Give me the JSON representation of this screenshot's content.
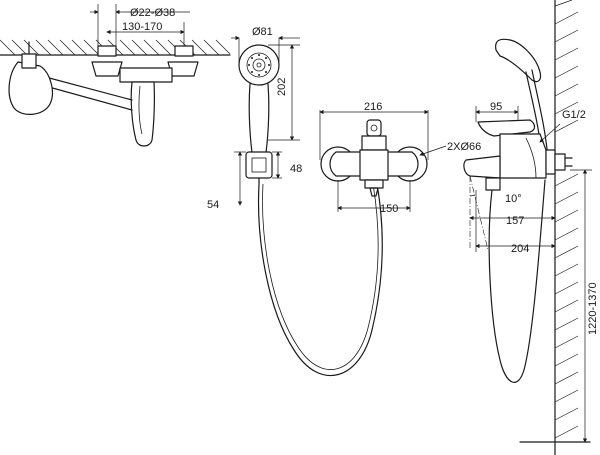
{
  "dimensions": {
    "pipe_diameter": "Ø22-Ø38",
    "center_distance": "130-170",
    "handshower_diameter": "Ø81",
    "handshower_length": "202",
    "holder_width": "48",
    "holder_offset": "54",
    "body_width": "216",
    "knob_spec": "2XØ66",
    "connection_spacing": "150",
    "spout_reach_top": "95",
    "thread": "G1/2",
    "spout_angle": "10°",
    "spout_reach": "157",
    "total_reach": "204",
    "mount_height": "1220-1370"
  }
}
